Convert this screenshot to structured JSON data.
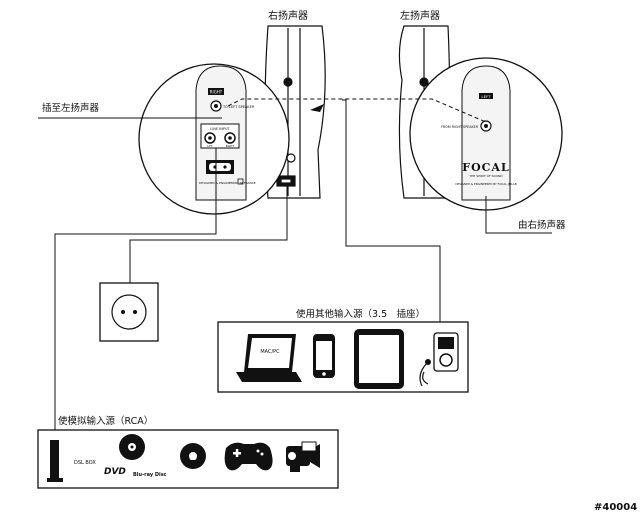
{
  "labels": {
    "right_speaker": "右扬声器",
    "left_speaker": "左扬声器",
    "plug_left": "插至左扬声器",
    "from_right": "由右扬声器",
    "other_sources": "使用其他输入源（3.5　插座）",
    "analog_sources": "使模拟输入源（RCA）",
    "ref": "#40004"
  },
  "panel_text": {
    "right_top": "RIGHT",
    "right_speaker_out": "TO LEFT SPEAKER",
    "line_input": "LINE INPUT",
    "lft": "LFT",
    "rght": "RGHT",
    "right_small": "DESIGNED & ENGINEERED IN FRANCE",
    "left_top": "LEFT",
    "left_from": "FROM RIGHT SPEAKER",
    "brand": "FOCAL",
    "brand_sub": "THE SPIRIT OF SOUND",
    "left_small": "DESIGNED & ENGINEERED BY FOCAL-JMLAB"
  },
  "devices": {
    "laptop": "MAC/PC",
    "dsl": "DSL BOX",
    "dvd": "DVD",
    "bluray": "Blu-ray Disc",
    "cd": "CD"
  }
}
